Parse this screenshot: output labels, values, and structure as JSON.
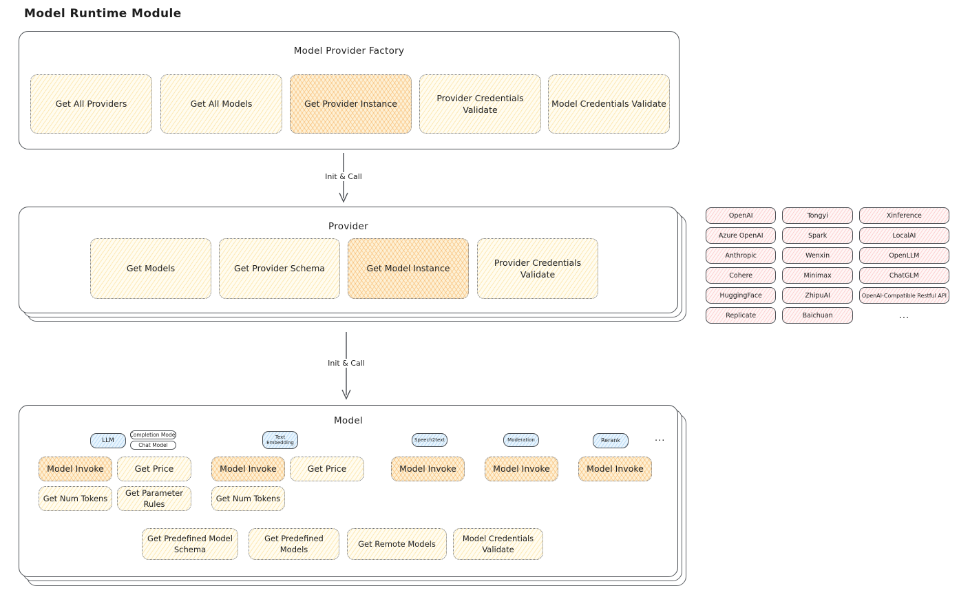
{
  "title": "Model Runtime Module",
  "factory": {
    "title": "Model Provider Factory",
    "buttons": [
      {
        "label": "Get All Providers",
        "highlighted": false
      },
      {
        "label": "Get All Models",
        "highlighted": false
      },
      {
        "label": "Get Provider Instance",
        "highlighted": true
      },
      {
        "label": "Provider Credentials Validate",
        "highlighted": false
      },
      {
        "label": "Model Credentials Validate",
        "highlighted": false
      }
    ]
  },
  "arrow1": {
    "label": "Init & Call"
  },
  "arrow2": {
    "label": "Init & Call"
  },
  "provider": {
    "title": "Provider",
    "buttons": [
      {
        "label": "Get Models",
        "highlighted": false
      },
      {
        "label": "Get Provider Schema",
        "highlighted": false
      },
      {
        "label": "Get Model Instance",
        "highlighted": true
      },
      {
        "label": "Provider Credentials Validate",
        "highlighted": false
      }
    ]
  },
  "providers": {
    "col1": [
      "OpenAI",
      "Azure OpenAI",
      "Anthropic",
      "Cohere",
      "HuggingFace",
      "Replicate"
    ],
    "col2": [
      "Tongyi",
      "Spark",
      "Wenxin",
      "Minimax",
      "ZhipuAI",
      "Baichuan"
    ],
    "col3": [
      "Xinference",
      "LocalAI",
      "OpenLLM",
      "ChatGLM",
      "OpenAI-Compatible Restful API"
    ],
    "more": "..."
  },
  "model": {
    "title": "Model",
    "tags": {
      "llm": "LLM",
      "completion": "Completion Model",
      "chat": "Chat Model",
      "text_embedding": "Text Embedding",
      "speech2text": "Speech2text",
      "moderation": "Moderation",
      "rerank": "Rerank",
      "more": "..."
    },
    "buttons": {
      "model_invoke": "Model Invoke",
      "get_price": "Get Price",
      "get_num_tokens": "Get Num Tokens",
      "get_parameter_rules": "Get Parameter Rules"
    },
    "bottom": [
      {
        "label": "Get Predefined Model Schema"
      },
      {
        "label": "Get Predefined Models"
      },
      {
        "label": "Get Remote Models"
      },
      {
        "label": "Model Credentials Validate"
      }
    ]
  },
  "colors": {
    "stroke": "#494d52",
    "node_yellow": "#fff9e6",
    "node_orange_highlight": "#ffe0b3",
    "provider_pink": "#ffe9e9",
    "tag_blue": "#d9ecfb"
  }
}
